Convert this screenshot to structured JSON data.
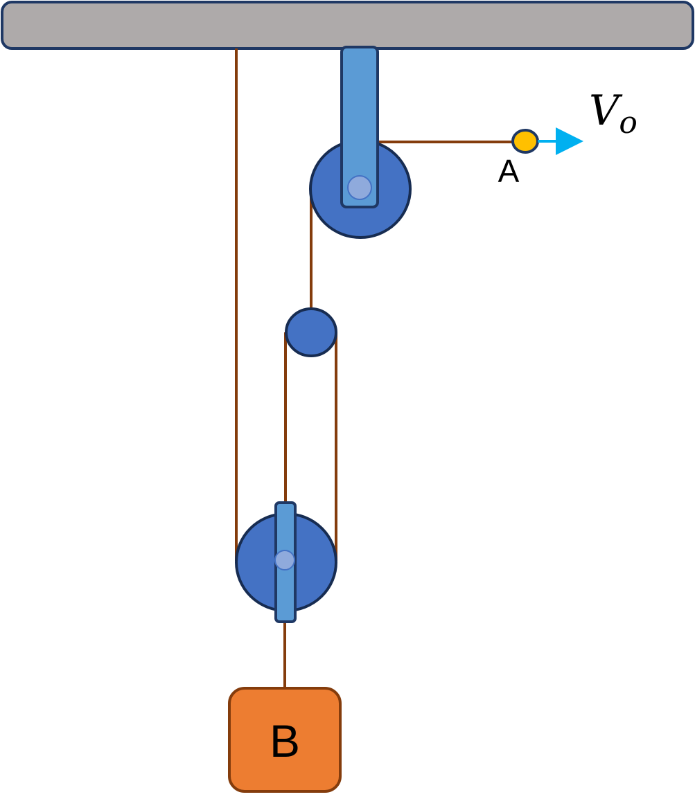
{
  "labels": {
    "point_a": "A",
    "velocity": "V",
    "velocity_subscript": "o",
    "block_b": "B"
  },
  "colors": {
    "ceiling_fill": "#aeaaaa",
    "ceiling_stroke": "#1f3864",
    "rope": "#843c0c",
    "pulley_fill": "#4472c4",
    "bracket_fill": "#5b9bd5",
    "point_a_fill": "#ffc000",
    "velocity_arrow": "#00b0f0",
    "block_fill": "#ed7d31",
    "block_stroke": "#843c0c"
  },
  "icons": {
    "velocity_arrow": "arrow-right-icon"
  }
}
